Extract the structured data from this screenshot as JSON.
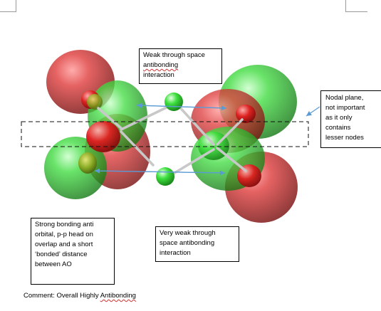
{
  "callouts": {
    "top": {
      "line1": "Weak through space",
      "line2": "antibonding",
      "line3": "interaction"
    },
    "right": {
      "line1": "Nodal plane,",
      "line2": "not important",
      "line3": "as it only",
      "line4": "contains",
      "line5": "lesser nodes"
    },
    "left": {
      "line1": "Strong bonding anti",
      "line2": "orbital, p-p head on",
      "line3": "overlap and a short",
      "line4": "‘bonded’ distance",
      "line5": "between AO"
    },
    "bottom": {
      "line1": "Very weak through",
      "line2": "space antibonding",
      "line3": "interaction"
    }
  },
  "comment": {
    "prefix": "Comment: Overall Highly ",
    "word": "Antibonding"
  },
  "colors": {
    "lobe_red": "#d42a2a",
    "lobe_green": "#2fd12f",
    "arrow": "#5b9bd5",
    "spellcheck": "#d32f2f"
  }
}
